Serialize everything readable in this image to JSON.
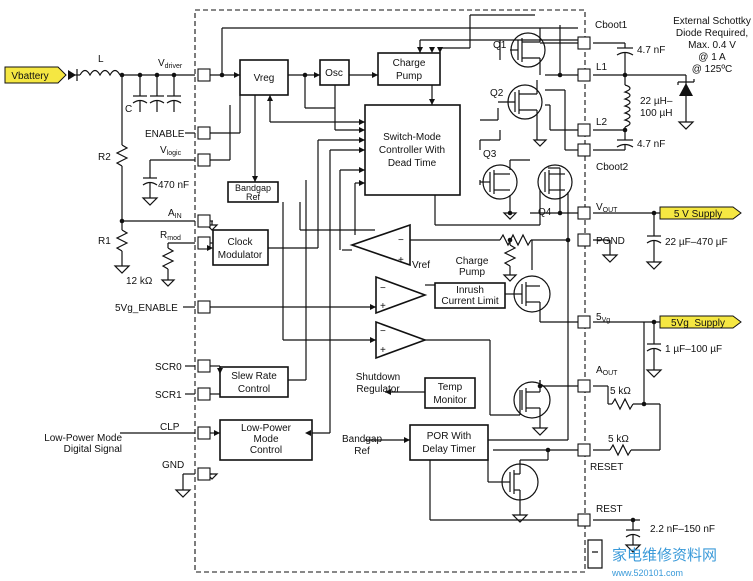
{
  "external_note": [
    "External Schottky",
    "Diode Required,",
    "Max. 0.4 V",
    "@ 1 A",
    "@ 125ºC"
  ],
  "inputs": {
    "vbattery": "Vbattery",
    "low_power_signal": [
      "Low-Power Mode",
      "Digital Signal"
    ]
  },
  "outputs": {
    "five_v_supply": "5 V Supply",
    "five_vg_supply": "5Vg_Supply"
  },
  "components": {
    "L": "L",
    "C": "C",
    "R1": "R1",
    "R2": "R2",
    "R1_value": "12 kΩ",
    "cap_vlogic": "470 nF",
    "cap_cboot1": "4.7 nF",
    "cap_cboot2": "4.7 nF",
    "inductor": [
      "22 µH–",
      "100 µH"
    ],
    "cap_vout": "22 µF–470 µF",
    "cap_5vg": "1 µF–100 µF",
    "res_aout": "5 kΩ",
    "res_reset": "5 kΩ",
    "cap_rest": "2.2 nF–150 nF"
  },
  "pins": {
    "vdriver": {
      "main": "V",
      "sub": "driver"
    },
    "enable": "ENABLE",
    "vlogic": {
      "main": "V",
      "sub": "logic"
    },
    "ain": {
      "main": "A",
      "sub": "IN"
    },
    "rmod": {
      "main": "R",
      "sub": "mod"
    },
    "vg_enable": "5Vg_ENABLE",
    "scr0": "SCR0",
    "scr1": "SCR1",
    "clp": "CLP",
    "gnd": "GND",
    "cboot1": "Cboot1",
    "l1": "L1",
    "l2": "L2",
    "cboot2": "Cboot2",
    "vout": {
      "main": "V",
      "sub": "OUT"
    },
    "pgnd": "PGND",
    "five_vg": {
      "main": "5",
      "sub": "Vg"
    },
    "aout": {
      "main": "A",
      "sub": "OUT"
    },
    "reset": "RESET",
    "rest": "REST"
  },
  "blocks": {
    "vreg": [
      "Vreg"
    ],
    "osc": [
      "Osc"
    ],
    "charge_pump": [
      "Charge",
      "Pump"
    ],
    "controller": [
      "Switch-Mode",
      "Controller  With",
      "Dead Time"
    ],
    "bandgap_ref": [
      "Bandgap",
      "Ref"
    ],
    "clock_modulator": [
      "Clock",
      "Modulator"
    ],
    "inrush": [
      "Inrush",
      "Current Limit"
    ],
    "slew_rate": [
      "Slew Rate",
      "Control"
    ],
    "low_power": [
      "Low-Power",
      "Mode",
      "Control"
    ],
    "temp_monitor": [
      "Temp",
      "Monitor"
    ],
    "por": [
      "POR With",
      "Delay Timer"
    ]
  },
  "labels": {
    "q1": "Q1",
    "q2": "Q2",
    "q3": "Q3",
    "q4": "Q4",
    "vref": "Vref",
    "charge_pump_small": [
      "Charge",
      "Pump"
    ],
    "shutdown_regulator": [
      "Shutdown",
      "Regulator"
    ],
    "bandgap_ref_in": [
      "Bandgap",
      "Ref"
    ],
    "opamp_minus": "−",
    "opamp_plus": "+"
  },
  "watermark": {
    "text": "家电维修资料网",
    "url": "www.520101.com"
  }
}
